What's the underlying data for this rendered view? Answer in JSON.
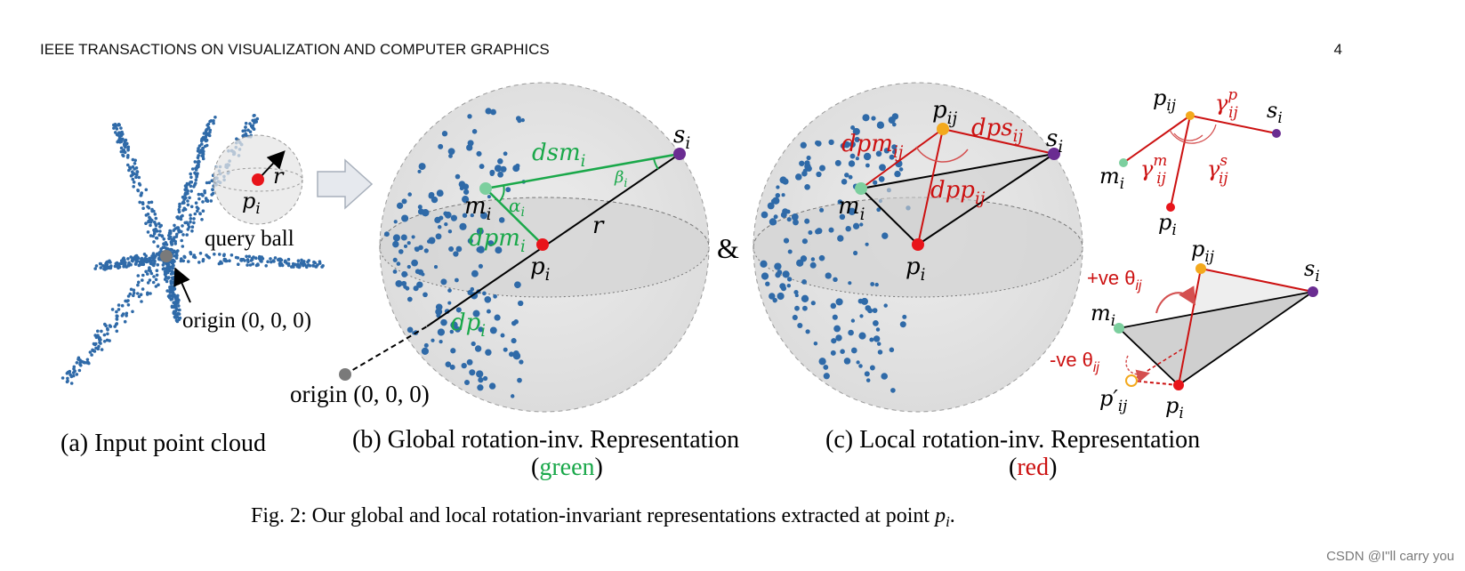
{
  "header": {
    "journal": "IEEE TRANSACTIONS ON VISUALIZATION AND COMPUTER GRAPHICS",
    "page_number": "4"
  },
  "panels": {
    "a": {
      "caption": "(a) Input point cloud",
      "query_ball_label": "query ball",
      "origin_label": "origin (0, 0, 0)",
      "point_label": "p",
      "point_sub": "i",
      "radius_label": "r"
    },
    "b": {
      "caption_line1": "(b) Global rotation-inv. Representation",
      "caption_open": "(",
      "caption_color": "green",
      "caption_close": ")",
      "labels": {
        "s": "s",
        "s_sub": "i",
        "m": "m",
        "m_sub": "i",
        "p": "p",
        "p_sub": "i",
        "dsm": "dsm",
        "dsm_sub": "i",
        "dpm": "dpm",
        "dpm_sub": "i",
        "dp": "dp",
        "dp_sub": "i",
        "alpha": "α",
        "alpha_sub": "i",
        "beta": "β",
        "beta_sub": "i",
        "r": "r"
      },
      "origin_label": "origin (0, 0, 0)"
    },
    "ampersand": "&",
    "c": {
      "caption_line1": "(c) Local rotation-inv. Representation",
      "caption_open": "(",
      "caption_color": "red",
      "caption_close": ")",
      "labels": {
        "pij": "p",
        "pij_sub": "ij",
        "s": "s",
        "s_sub": "i",
        "m": "m",
        "m_sub": "i",
        "p": "p",
        "p_sub": "i",
        "dpm": "dpm",
        "dpm_sub": "ij",
        "dps": "dps",
        "dps_sub": "ij",
        "dpp": "dpp",
        "dpp_sub": "ij"
      }
    },
    "inset_angles": {
      "pij": "p",
      "pij_sub": "ij",
      "s": "s",
      "s_sub": "i",
      "m": "m",
      "m_sub": "i",
      "p": "p",
      "p_sub": "i",
      "gamma": "γ",
      "gamma_p_sup": "p",
      "gamma_p_sub": "ij",
      "gamma_m_sup": "m",
      "gamma_m_sub": "ij",
      "gamma_s_sup": "s",
      "gamma_s_sub": "ij"
    },
    "inset_plane": {
      "pij": "p",
      "pij_sub": "ij",
      "pij_prime": "p′",
      "pij_prime_sub": "ij",
      "s": "s",
      "s_sub": "i",
      "m": "m",
      "m_sub": "i",
      "p": "p",
      "p_sub": "i",
      "pos_theta": "+ve θ",
      "pos_theta_sub": "ij",
      "neg_theta": "-ve θ",
      "neg_theta_sub": "ij"
    }
  },
  "figure_caption": "Fig. 2: Our global and local rotation-invariant representations extracted at point",
  "figure_caption_symbol": "p",
  "figure_caption_symbol_sub": "i",
  "figure_caption_end": ".",
  "watermark": "CSDN @I\"ll  carry  you",
  "colors": {
    "green": "#1aa84a",
    "red": "#cc1111",
    "orange": "#f3a91d",
    "purple": "#6a2c91",
    "mint": "#7ccf9e",
    "blue": "#2f6aa8",
    "grey": "#777777",
    "sphere": "#e6e6e6"
  }
}
